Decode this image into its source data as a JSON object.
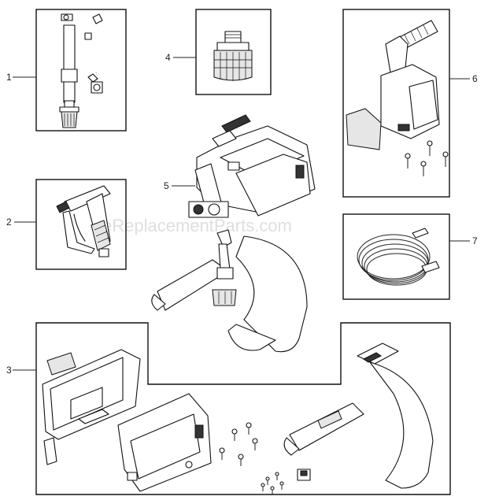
{
  "watermark": "eReplacementParts.com",
  "callouts": [
    "1",
    "2",
    "3",
    "4",
    "5",
    "6",
    "7"
  ]
}
